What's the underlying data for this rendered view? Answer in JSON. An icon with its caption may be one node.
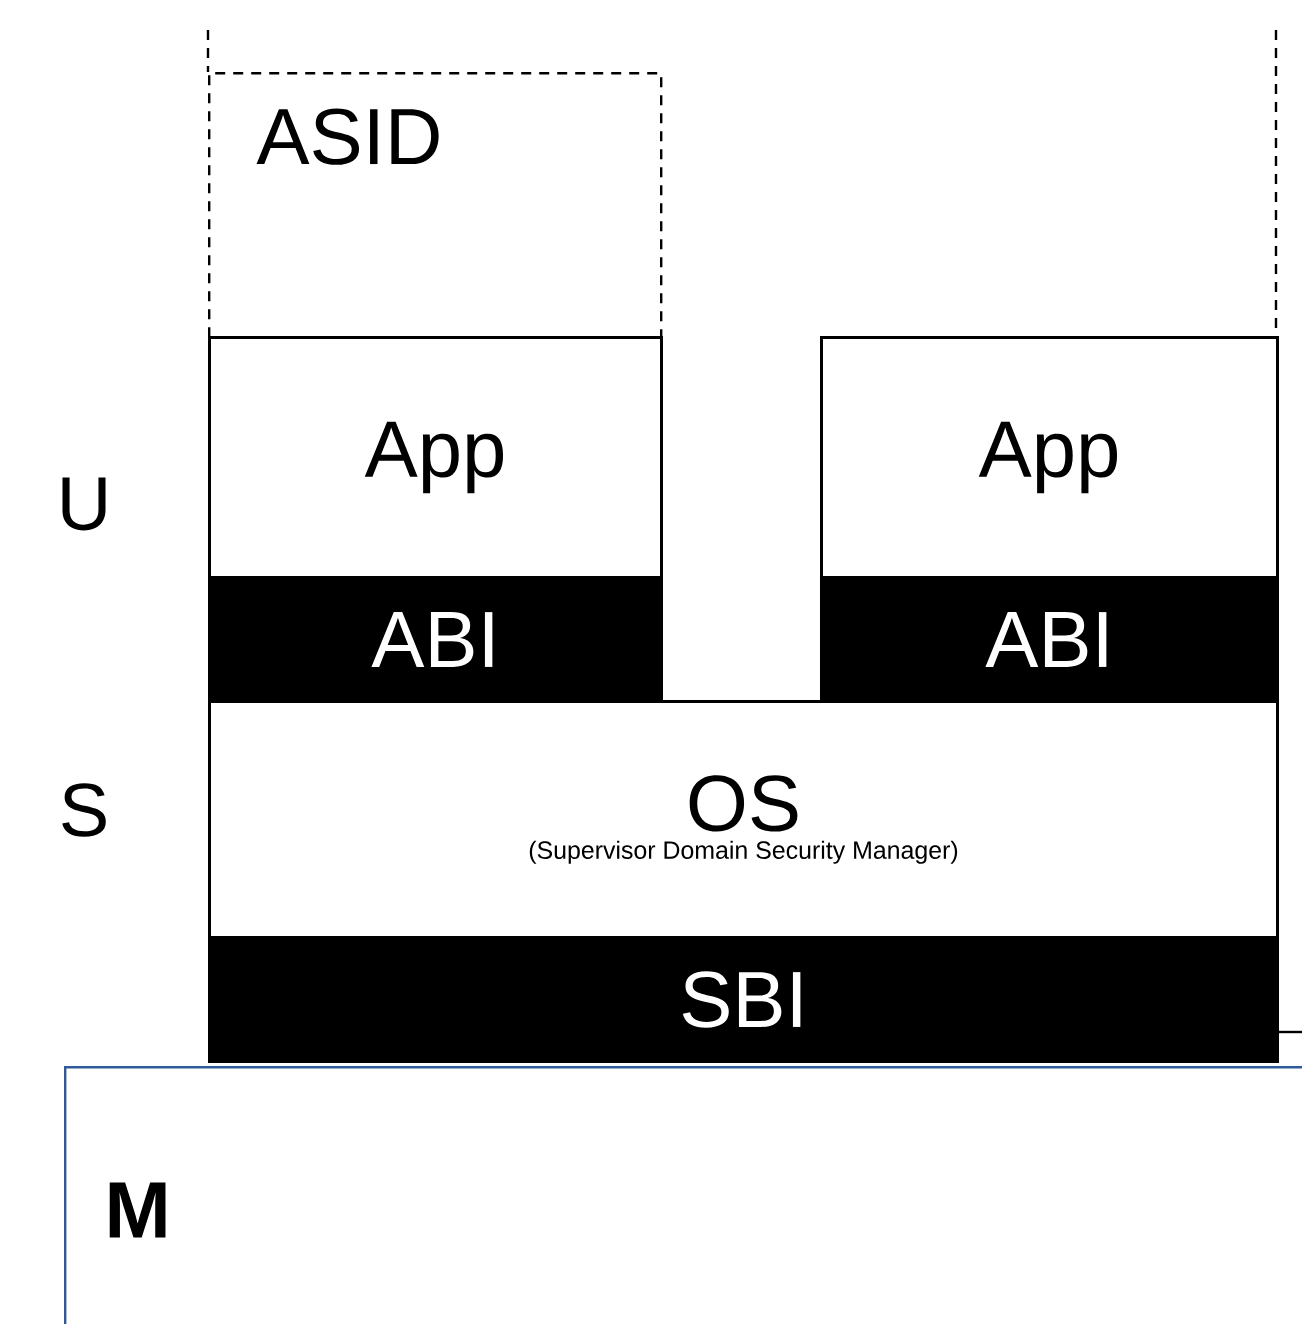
{
  "diagram": {
    "nodes": [
      {
        "text": [
          "ASID"
        ]
      },
      {
        "text": [
          "App"
        ]
      },
      {
        "text": [
          "ABI"
        ]
      },
      {
        "text": [
          "App"
        ]
      },
      {
        "text": [
          "ABI"
        ]
      },
      {
        "text": [
          "OS",
          "(Supervisor Domain Security Manager)"
        ]
      },
      {
        "text": [
          "SBI"
        ]
      },
      {
        "text": [
          "M"
        ]
      }
    ],
    "labels": [
      "U",
      "S"
    ]
  }
}
